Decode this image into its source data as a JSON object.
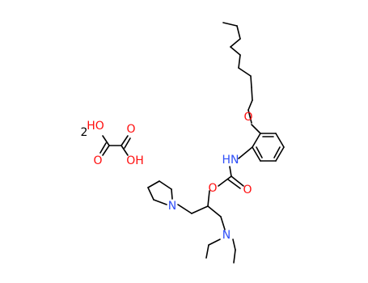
{
  "colors": {
    "bond": "#000000",
    "carbon": "#000000",
    "oxygen": "#ff0d0d",
    "nitrogen": "#3050f8"
  },
  "salt_multiplier": "2",
  "atom_labels": {
    "oxalic_oh_top": "HO",
    "oxalic_o_top": "O",
    "oxalic_o_bottom": "O",
    "oxalic_oh_bottom": "OH",
    "ether_o": "O",
    "carbamate_nh": "HN",
    "carbamate_o_ester": "O",
    "carbamate_o_carbonyl": "O",
    "pyrrolidine_n": "N",
    "diethylamine_n": "N"
  }
}
